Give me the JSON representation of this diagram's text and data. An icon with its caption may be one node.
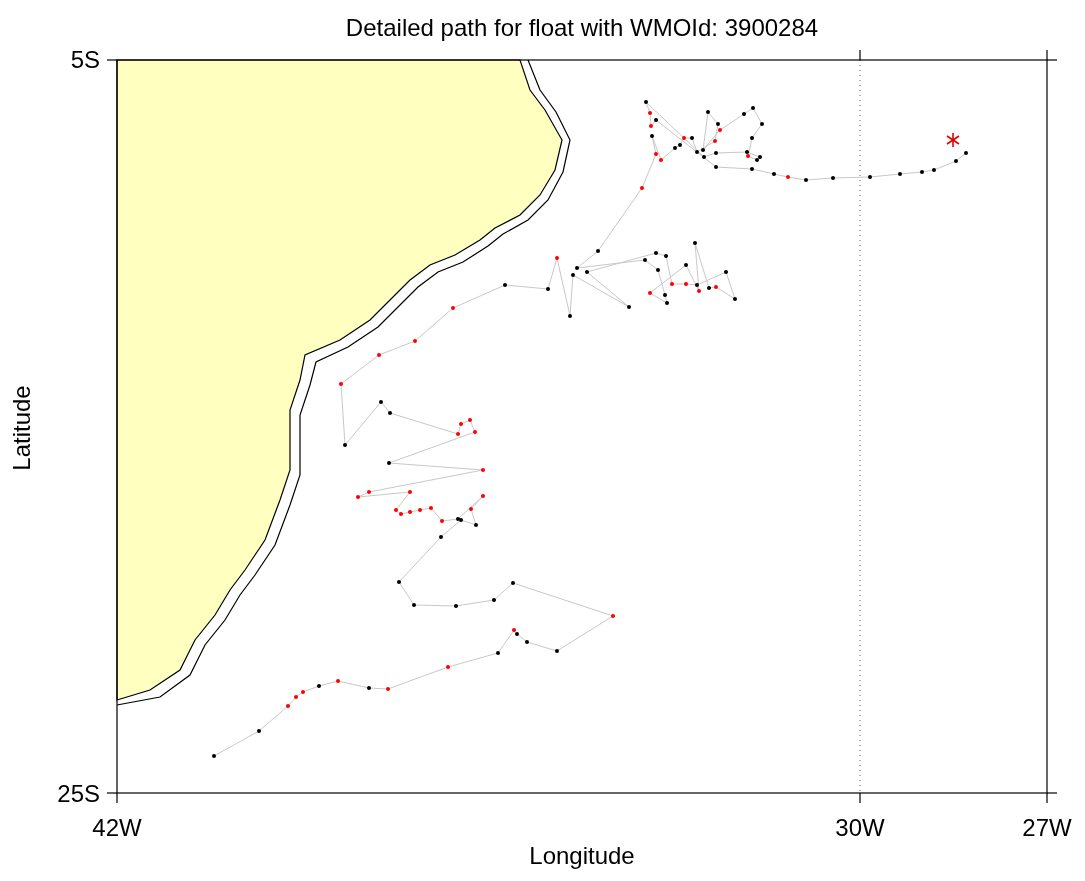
{
  "diagram": {
    "title": "Detailed path for float with WMOId: 3900284",
    "labels": [
      "5S",
      "Latitude",
      "25S",
      "42W",
      "30W",
      "27W",
      "Longitude"
    ]
  }
}
